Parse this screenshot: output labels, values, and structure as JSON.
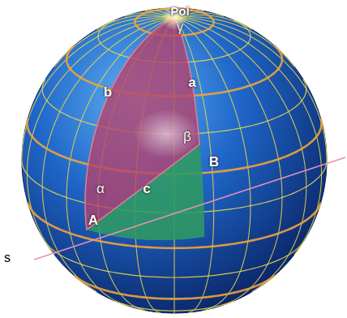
{
  "diagram": {
    "labels": [
      "Pol",
      "γ",
      "b",
      "a",
      "β",
      "B",
      "α",
      "c",
      "A",
      "s"
    ]
  }
}
